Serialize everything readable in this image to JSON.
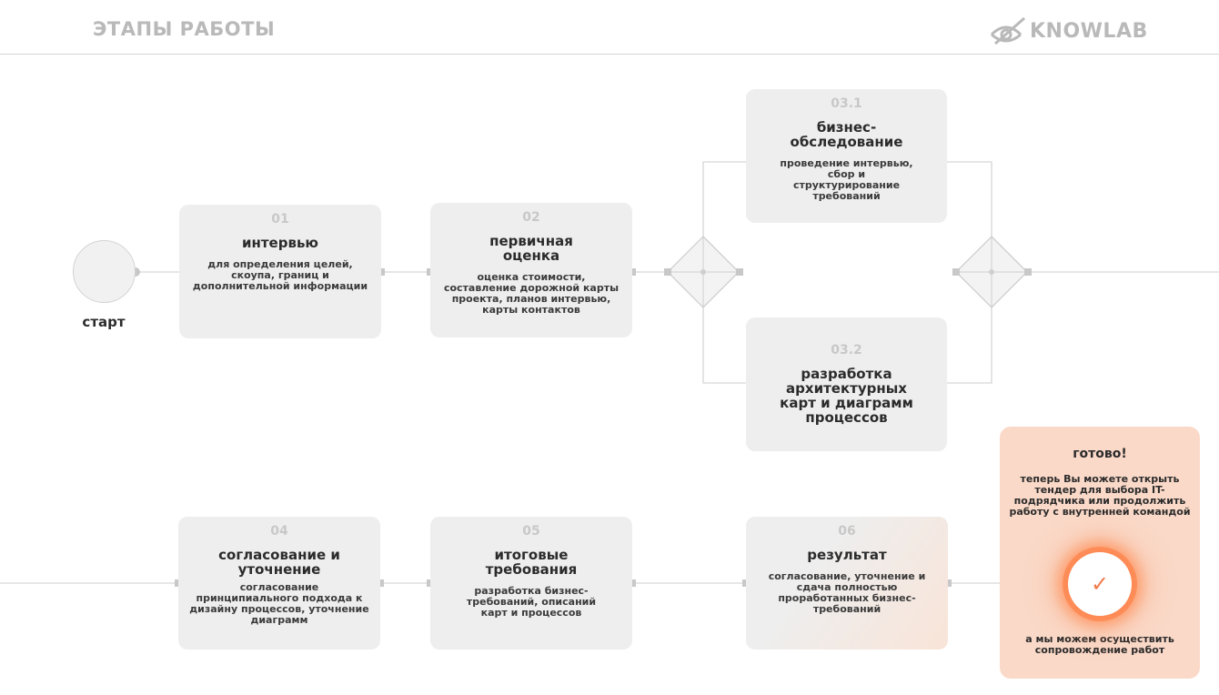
{
  "header": {
    "title": "ЭТАПЫ РАБОТЫ",
    "logo_text": "KNOWLAB"
  },
  "start": {
    "label": "старт"
  },
  "steps": [
    {
      "num": "01",
      "title": "интервью",
      "desc": "для определения целей, скоупа, границ и дополнительной информации"
    },
    {
      "num": "02",
      "title": "первичная оценка",
      "desc": "оценка стоимости, составление дорожной карты проекта, планов интервью, карты контактов"
    },
    {
      "num": "03.1",
      "title": "бизнес-обследование",
      "desc": "проведение интервью, сбор и структурирование требований"
    },
    {
      "num": "03.2",
      "title": "разработка архитектурных карт и диаграмм процессов",
      "desc": ""
    },
    {
      "num": "04",
      "title": "согласование и уточнение",
      "desc": "согласование принципиального подхода к дизайну процессов, уточнение диаграмм"
    },
    {
      "num": "05",
      "title": "итоговые требования",
      "desc": "разработка бизнес-требований, описаний карт и процессов"
    },
    {
      "num": "06",
      "title": "результат",
      "desc": "согласование, уточнение и сдача полностью проработанных бизнес-требований"
    }
  ],
  "final": {
    "title": "готово!",
    "desc": "теперь Вы можете открыть тендер для выбора IT-подрядчика или продолжить работу с внутренней командой",
    "bottom": "а мы можем осуществить сопровождение работ"
  },
  "icons": [
    "eye-logo-icon",
    "check-icon"
  ],
  "colors": {
    "card": "#eeeeee",
    "final": "#fad9c8",
    "accent": "#f07a4a",
    "line": "#d6d6d6"
  }
}
